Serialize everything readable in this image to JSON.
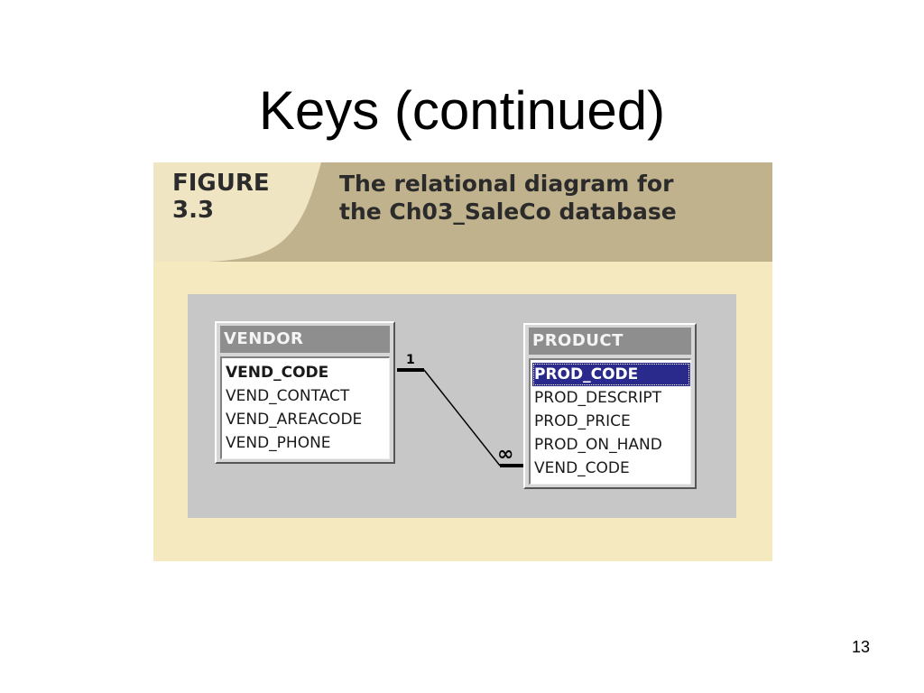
{
  "slide": {
    "title": "Keys (continued)",
    "page_number": "13"
  },
  "figure": {
    "label_line1": "FIGURE",
    "label_line2": "3.3",
    "caption_line1": "The relational diagram for",
    "caption_line2": "the Ch03_SaleCo database",
    "colors": {
      "header_band": "#c0b28d",
      "label_bg": "#efe5c2",
      "body_bg": "#f5e9bf",
      "canvas": "#c7c7c7",
      "selected_field": "#2a2a8c"
    }
  },
  "diagram": {
    "vendor": {
      "name": "VENDOR",
      "fields": [
        "VEND_CODE",
        "VEND_CONTACT",
        "VEND_AREACODE",
        "VEND_PHONE"
      ],
      "primary_key": "VEND_CODE"
    },
    "product": {
      "name": "PRODUCT",
      "fields": [
        "PROD_CODE",
        "PROD_DESCRIPT",
        "PROD_PRICE",
        "PROD_ON_HAND",
        "VEND_CODE"
      ],
      "primary_key": "PROD_CODE",
      "selected_field": "PROD_CODE"
    },
    "relationship": {
      "one_label": "1",
      "many_label": "∞"
    }
  }
}
